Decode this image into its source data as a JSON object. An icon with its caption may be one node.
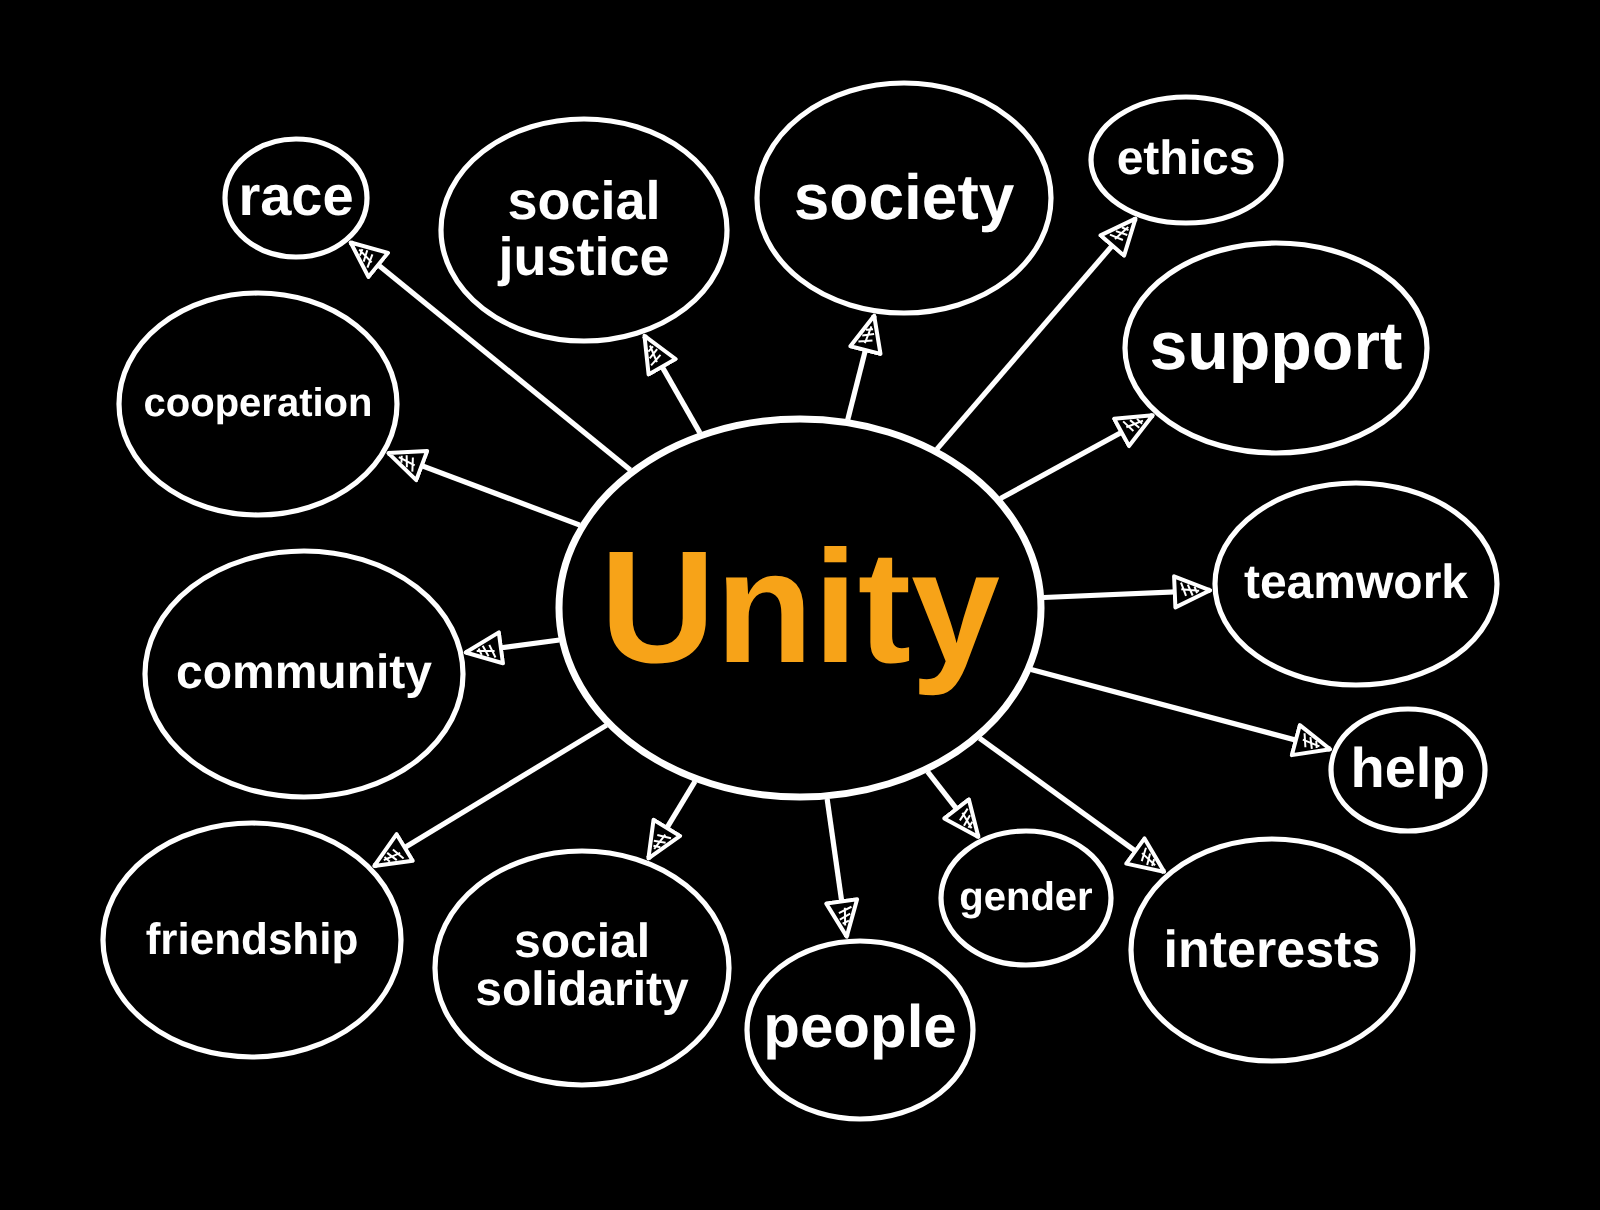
{
  "diagram": {
    "nodes": [
      {
        "text": [
          "Unity"
        ]
      },
      {
        "text": [
          "race"
        ]
      },
      {
        "text": [
          "social justice"
        ]
      },
      {
        "text": [
          "society"
        ]
      },
      {
        "text": [
          "ethics"
        ]
      },
      {
        "text": [
          "support"
        ]
      },
      {
        "text": [
          "cooperation"
        ]
      },
      {
        "text": [
          "teamwork"
        ]
      },
      {
        "text": [
          "community"
        ]
      },
      {
        "text": [
          "help"
        ]
      },
      {
        "text": [
          "friendship"
        ]
      },
      {
        "text": [
          "social solidarity"
        ]
      },
      {
        "text": [
          "people"
        ]
      },
      {
        "text": [
          "gender"
        ]
      },
      {
        "text": [
          "interests"
        ]
      }
    ],
    "edges": [
      {
        "from": 0,
        "to": 1,
        "arrow": "to"
      },
      {
        "from": 0,
        "to": 2,
        "arrow": "to"
      },
      {
        "from": 0,
        "to": 3,
        "arrow": "to"
      },
      {
        "from": 0,
        "to": 4,
        "arrow": "to"
      },
      {
        "from": 0,
        "to": 5,
        "arrow": "to"
      },
      {
        "from": 0,
        "to": 6,
        "arrow": "to"
      },
      {
        "from": 0,
        "to": 7,
        "arrow": "to"
      },
      {
        "from": 0,
        "to": 8,
        "arrow": "to"
      },
      {
        "from": 0,
        "to": 9,
        "arrow": "to"
      },
      {
        "from": 0,
        "to": 10,
        "arrow": "to"
      },
      {
        "from": 0,
        "to": 11,
        "arrow": "to"
      },
      {
        "from": 0,
        "to": 12,
        "arrow": "to"
      },
      {
        "from": 0,
        "to": 13,
        "arrow": "to"
      },
      {
        "from": 0,
        "to": 14,
        "arrow": "to"
      }
    ]
  }
}
